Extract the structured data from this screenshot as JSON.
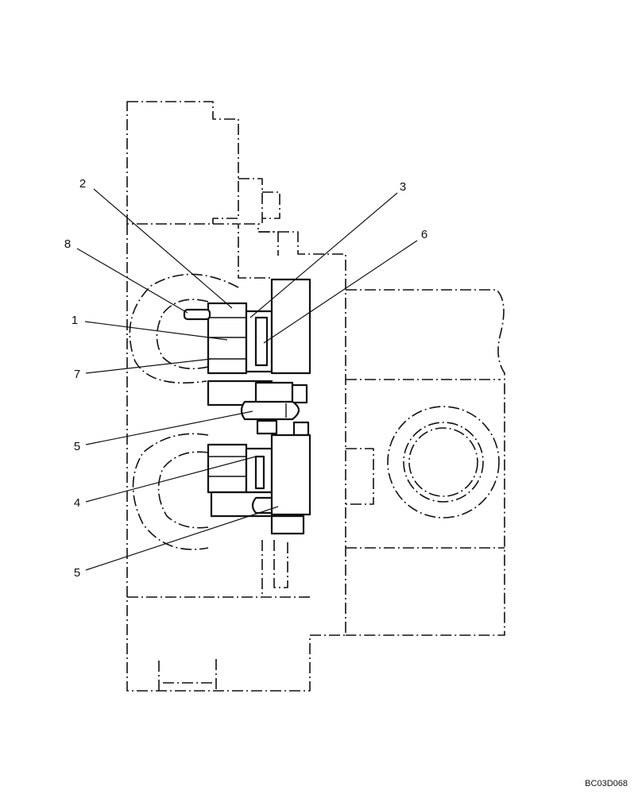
{
  "callouts": [
    {
      "id": "c-2",
      "label": "2"
    },
    {
      "id": "c-3",
      "label": "3"
    },
    {
      "id": "c-6",
      "label": "6"
    },
    {
      "id": "c-8",
      "label": "8"
    },
    {
      "id": "c-1",
      "label": "1"
    },
    {
      "id": "c-7",
      "label": "7"
    },
    {
      "id": "c-5a",
      "label": "5"
    },
    {
      "id": "c-4",
      "label": "4"
    },
    {
      "id": "c-5b",
      "label": "5"
    }
  ],
  "drawing_id": "BC03D068"
}
